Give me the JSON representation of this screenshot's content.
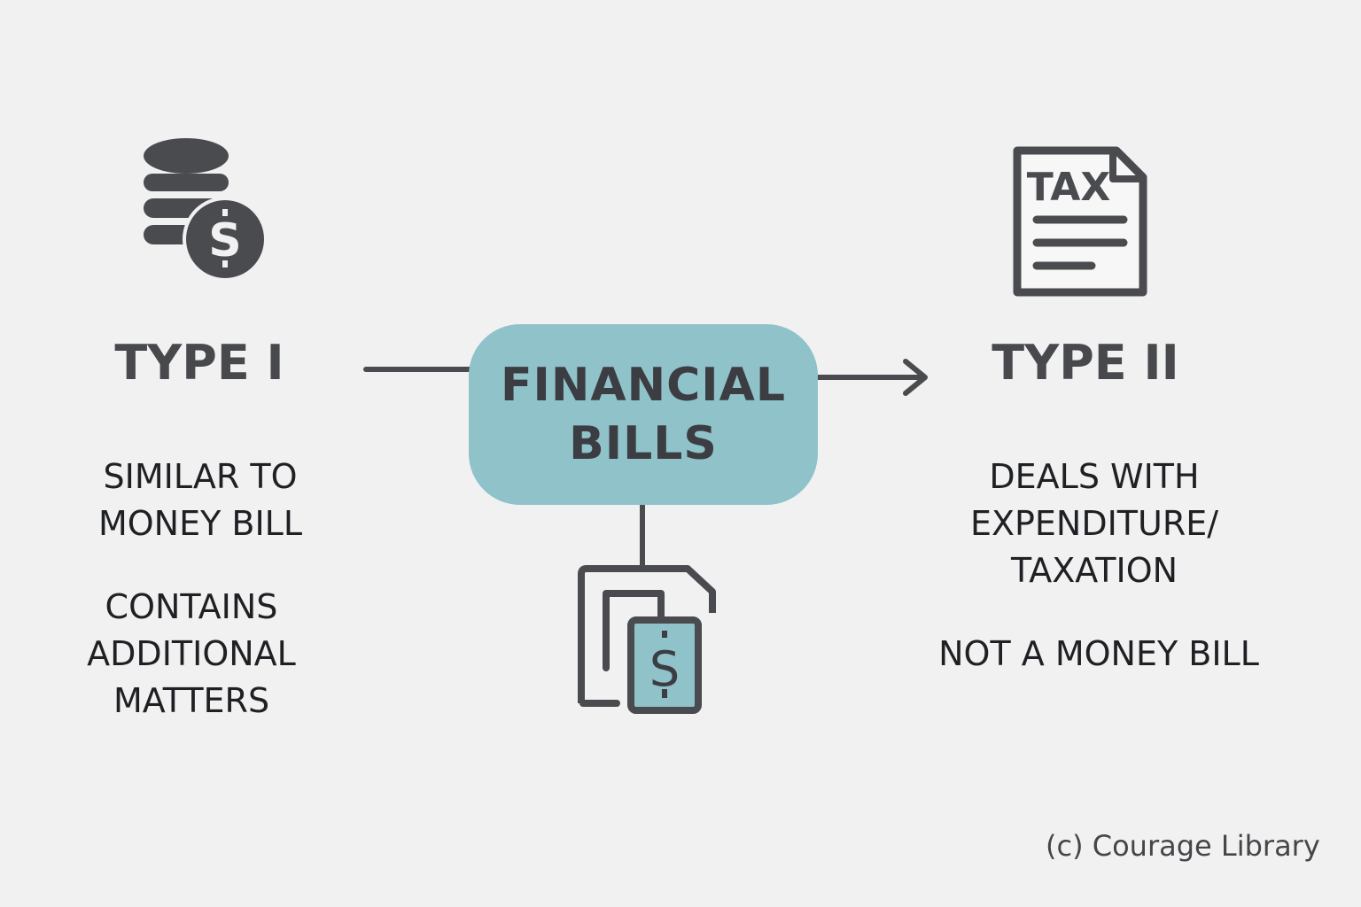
{
  "center_node": {
    "lines": [
      "FINANCIAL",
      "BILLS"
    ]
  },
  "left": {
    "heading": "TYPE I",
    "icon": "coins-dollar-icon",
    "description_1": [
      "SIMILAR TO",
      "MONEY BILL"
    ],
    "description_2": [
      "CONTAINS",
      "ADDITIONAL",
      "MATTERS"
    ]
  },
  "right": {
    "heading": "TYPE II",
    "icon": "tax-document-icon",
    "icon_text": "TAX",
    "description_1": [
      "DEALS WITH",
      "EXPENDITURE/",
      "TAXATION"
    ],
    "description_2": [
      "NOT A MONEY BILL"
    ]
  },
  "bottom_icon": "bill-documents-dollar-icon",
  "credit": "(c) Courage Library",
  "colors": {
    "background": "#f1f1f2",
    "accent": "#8fc2c9",
    "icon": "#48494d",
    "text": "#1f2023"
  }
}
